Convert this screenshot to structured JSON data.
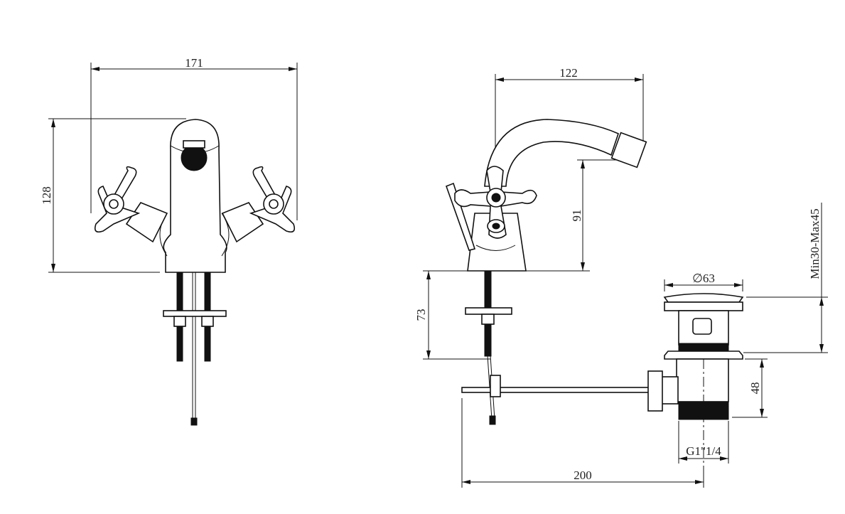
{
  "dimensions": {
    "front_width": "171",
    "front_height": "128",
    "side_reach": "122",
    "spout_height": "91",
    "shank_length": "73",
    "deck_thickness": "Min30-Max45",
    "waste_diameter": "∅63",
    "waste_body_height": "48",
    "waste_thread": "G1\"1/4",
    "rod_length": "200"
  },
  "colors": {
    "line": "#111111",
    "background": "#ffffff"
  }
}
